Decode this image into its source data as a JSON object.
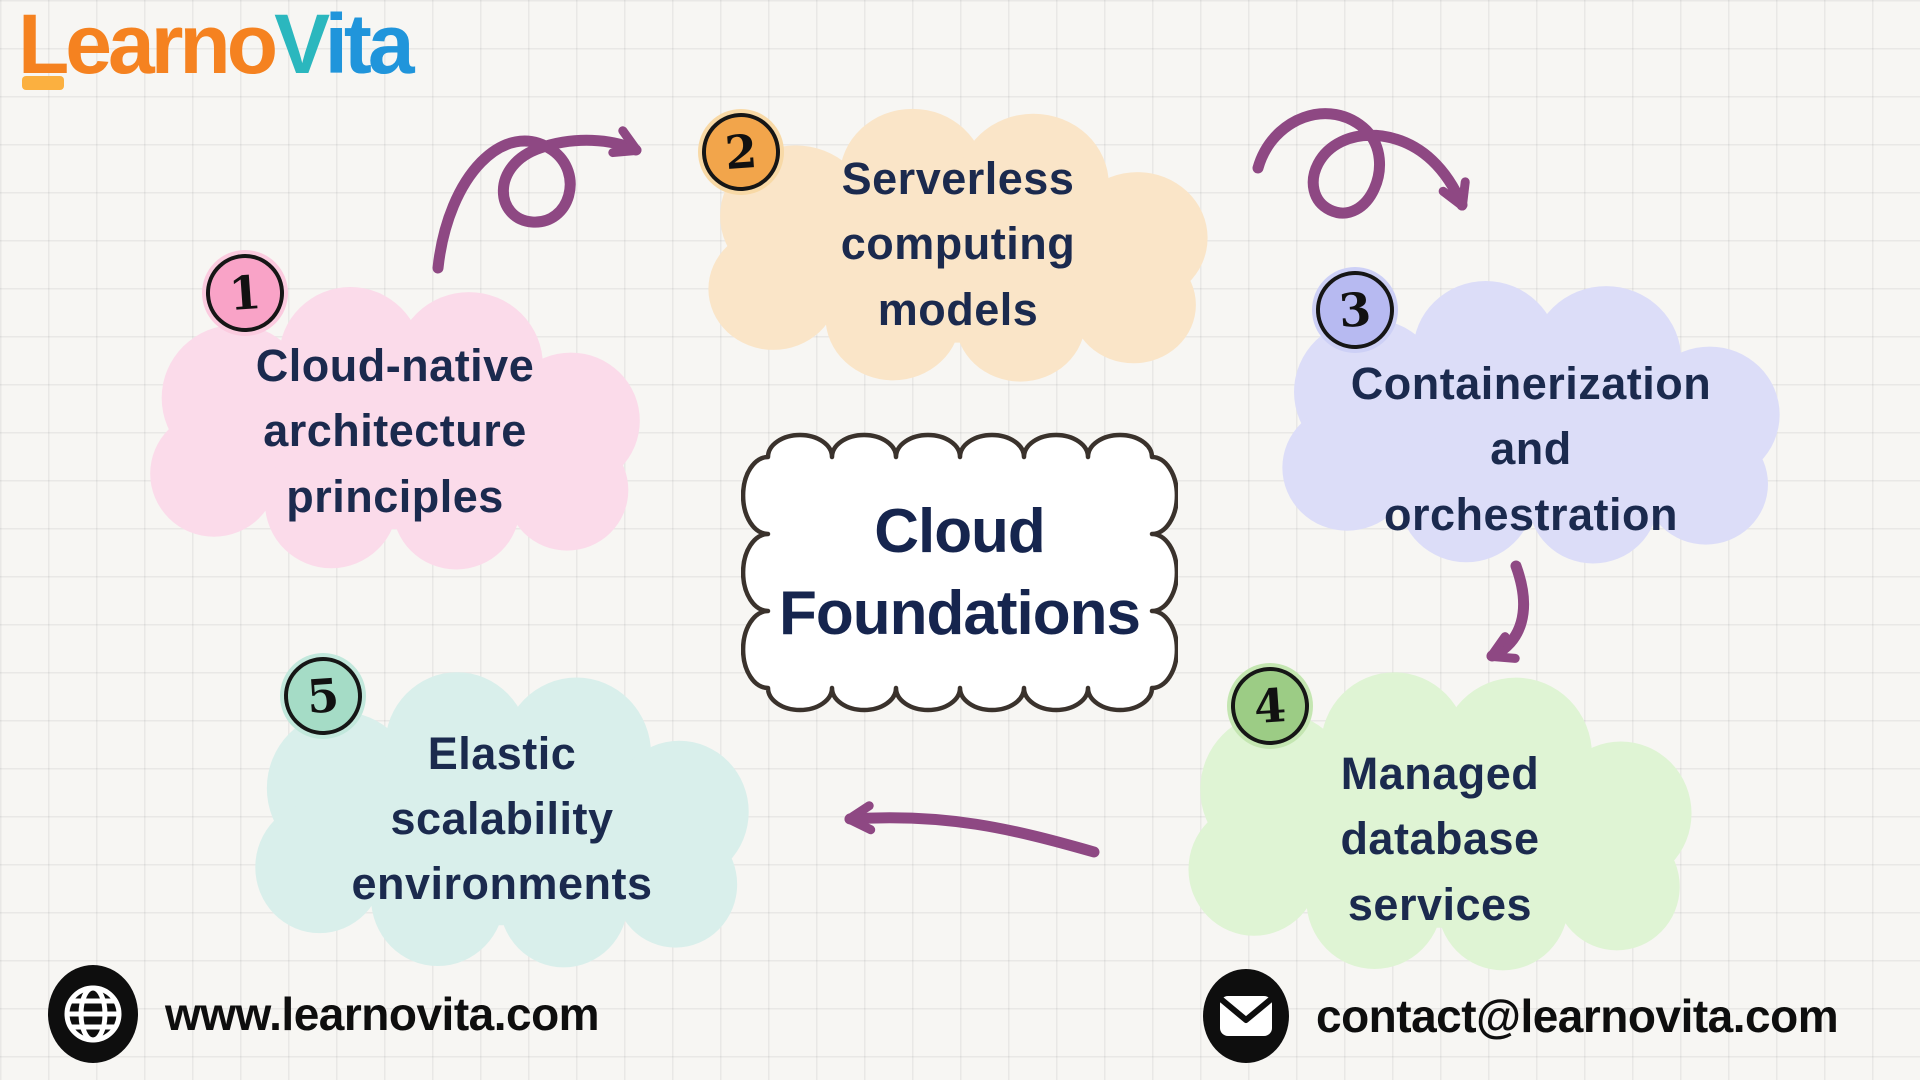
{
  "logo": {
    "learno": "Learno",
    "v": "V",
    "ita": "ita"
  },
  "center": {
    "line1": "Cloud",
    "line2": "Foundations"
  },
  "steps": [
    {
      "number": "1",
      "lines": [
        "Cloud-native",
        "architecture",
        "principles"
      ],
      "bubble": "#FBDBEA",
      "badge": "#F9A3C7",
      "halo": "#FBCBDF"
    },
    {
      "number": "2",
      "lines": [
        "Serverless",
        "computing",
        "models"
      ],
      "bubble": "#FAE5C8",
      "badge": "#F2A54B",
      "halo": "#F8D9A6"
    },
    {
      "number": "3",
      "lines": [
        "Containerization",
        "and",
        "orchestration"
      ],
      "bubble": "#DCDDF8",
      "badge": "#B7BAF1",
      "halo": "#CDD0F6"
    },
    {
      "number": "4",
      "lines": [
        "Managed",
        "database",
        "services"
      ],
      "bubble": "#DFF4D4",
      "badge": "#9CCC85",
      "halo": "#C4E6B1"
    },
    {
      "number": "5",
      "lines": [
        "Elastic",
        "scalability",
        "environments"
      ],
      "bubble": "#D9EFEB",
      "badge": "#A5DCC6",
      "halo": "#C2E8DC"
    }
  ],
  "footer": {
    "website": "www.learnovita.com",
    "email": "contact@learnovita.com"
  },
  "colors": {
    "arrow": "#8E4883",
    "text_navy": "#1B2A4E",
    "box_border": "#3A322C",
    "box_fill": "#FFFFFF",
    "logo_learno": "#F58220",
    "logo_v": "#2BB7BE",
    "logo_ita": "#2095DB",
    "logo_foot": "#FBB040",
    "background": "#F7F6F3",
    "footer_icon": "#0E0E0E"
  }
}
